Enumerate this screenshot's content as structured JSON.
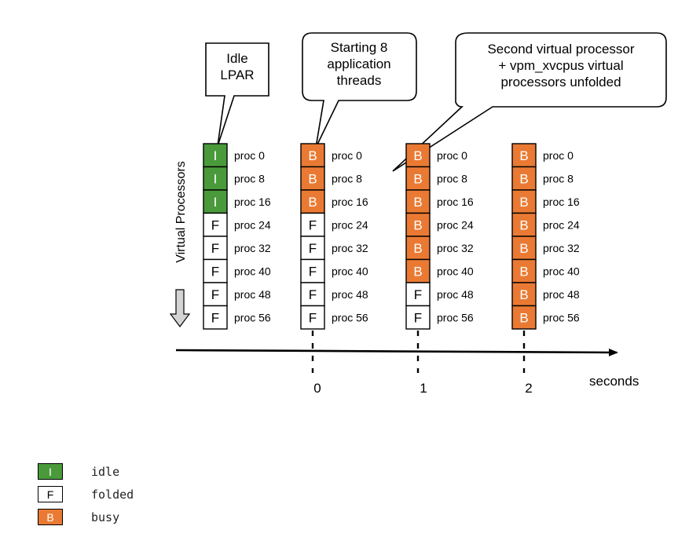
{
  "callouts": {
    "idle": [
      "Idle",
      "LPAR"
    ],
    "start": [
      "Starting 8",
      "application",
      "threads"
    ],
    "second": [
      "Second virtual processor",
      "+ vpm_xvcpus virtual",
      "processors unfolded"
    ]
  },
  "axis": {
    "y_label": "Virtual Processors",
    "x_unit": "seconds",
    "ticks": [
      "0",
      "1",
      "2"
    ]
  },
  "proc_labels": [
    "proc 0",
    "proc 8",
    "proc 16",
    "proc 24",
    "proc 32",
    "proc 40",
    "proc 48",
    "proc 56"
  ],
  "columns": [
    {
      "states": [
        "I",
        "I",
        "I",
        "F",
        "F",
        "F",
        "F",
        "F"
      ]
    },
    {
      "states": [
        "B",
        "B",
        "B",
        "F",
        "F",
        "F",
        "F",
        "F"
      ]
    },
    {
      "states": [
        "B",
        "B",
        "B",
        "B",
        "B",
        "B",
        "F",
        "F"
      ]
    },
    {
      "states": [
        "B",
        "B",
        "B",
        "B",
        "B",
        "B",
        "B",
        "B"
      ]
    }
  ],
  "colors": {
    "I": "#4a9a3c",
    "F": "#ffffff",
    "B": "#ea7a33"
  },
  "legend": [
    {
      "code": "I",
      "label": "idle"
    },
    {
      "code": "F",
      "label": "folded"
    },
    {
      "code": "B",
      "label": "busy"
    }
  ]
}
